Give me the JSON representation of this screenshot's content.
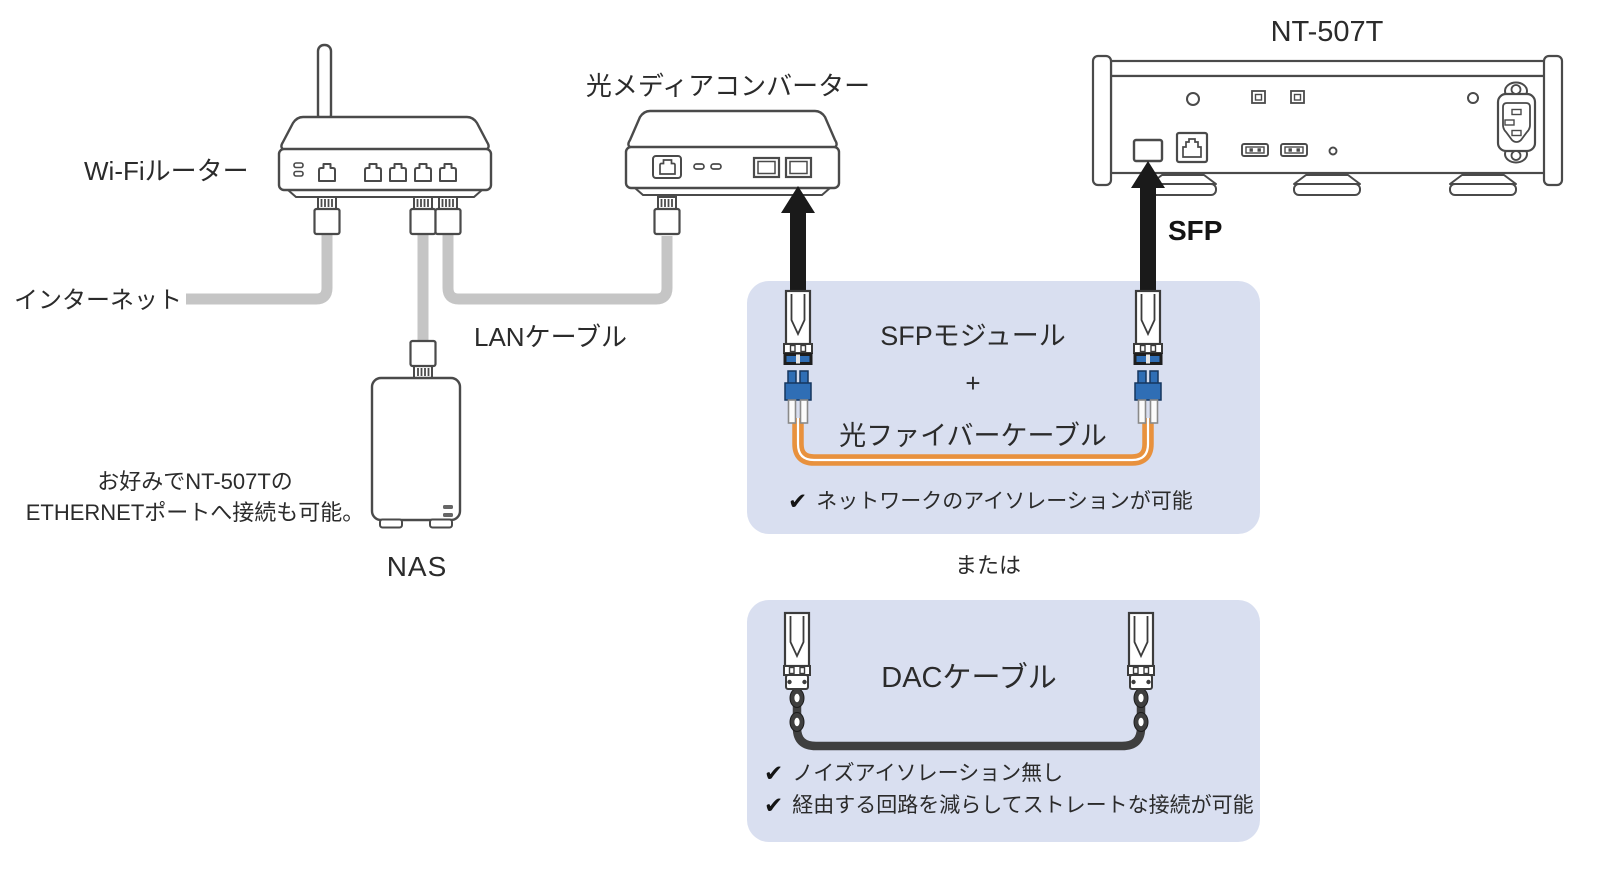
{
  "diagram": {
    "router": {
      "label": "Wi-Fiルーター"
    },
    "internet": {
      "label": "インターネット"
    },
    "lan_cable": {
      "label": "LANケーブル"
    },
    "nas": {
      "label": "NAS",
      "note_line1": "お好みでNT-507Tの",
      "note_line2": "ETHERNETポートへ接続も可能。"
    },
    "converter": {
      "label": "光メディアコンバーター"
    },
    "nt507t": {
      "label": "NT-507T",
      "sfp_port_label": "SFP"
    },
    "or_label": "または",
    "sfp_box": {
      "line1": "SFPモジュール",
      "plus": "+",
      "line2": "光ファイバーケーブル",
      "check": "✔",
      "benefit": "ネットワークのアイソレーションが可能"
    },
    "dac_box": {
      "title": "DACケーブル",
      "check": "✔",
      "benefit1": "ノイズアイソレーション無し",
      "benefit2": "経由する回路を減らしてストレートな接続が可能"
    },
    "colors": {
      "background": "#ffffff",
      "box_background": "#d9dff0",
      "device_outline": "#4a4a4a",
      "cable_gray": "#c5c5c5",
      "fiber_orange": "#e8913d",
      "lc_connector_blue": "#2f6eb5",
      "arrow_black": "#1a1a1a",
      "text": "#2b2b2b"
    }
  }
}
